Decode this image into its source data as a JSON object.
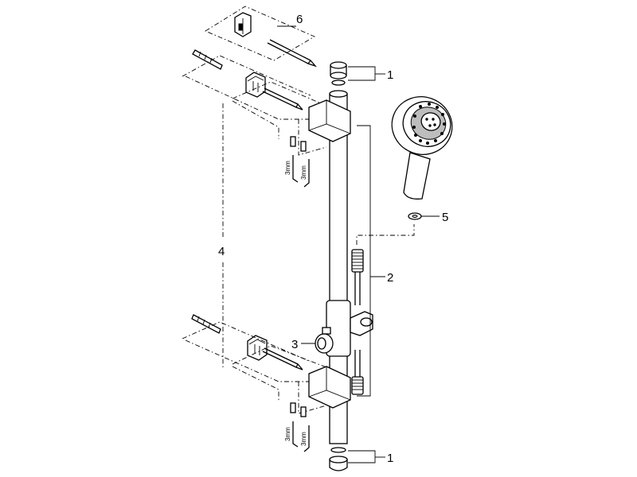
{
  "callouts": {
    "end_cap_top": "1",
    "end_cap_bottom": "1",
    "hose": "2",
    "slider": "3",
    "rail_spacing": "4",
    "washer": "5",
    "fixing_kit": "6"
  },
  "allen_keys": {
    "top_size": "3mm",
    "bottom_size": "3mm"
  }
}
